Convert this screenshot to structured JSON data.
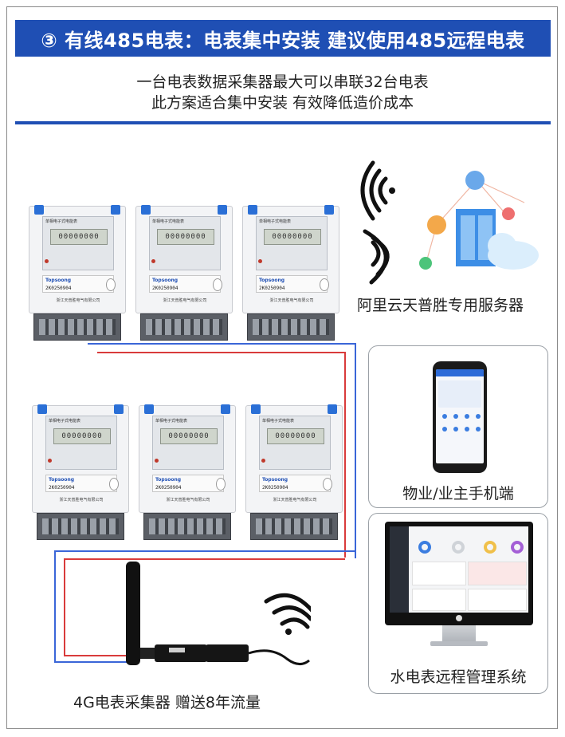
{
  "banner": {
    "text": "③ 有线485电表：电表集中安装 建议使用485远程电表"
  },
  "intro": {
    "line1": "一台电表数据采集器最大可以串联32台电表",
    "line2": "此方案适合集中安装 有效降低造价成本"
  },
  "meter": {
    "header": "单相电子式电能表",
    "reading": "00000000",
    "brand": "Topsoong",
    "serial": "2K0250904",
    "maker": "浙江天普胜电气有限公司",
    "count": 6
  },
  "server": {
    "label": "阿里云天普胜专用服务器"
  },
  "phone": {
    "label": "物业/业主手机端"
  },
  "pc": {
    "label": "水电表远程管理系统"
  },
  "collector": {
    "label": "4G电表采集器 赠送8年流量"
  },
  "colors": {
    "brand_blue": "#1f4fb4",
    "wire_red": "#d93b3b",
    "wire_blue": "#3a66d8",
    "wifi": "#111111"
  },
  "icons": [
    "wifi-icon",
    "server-icon",
    "cloud-icon",
    "user-icon",
    "phone-icon",
    "monitor-icon",
    "antenna-icon"
  ]
}
